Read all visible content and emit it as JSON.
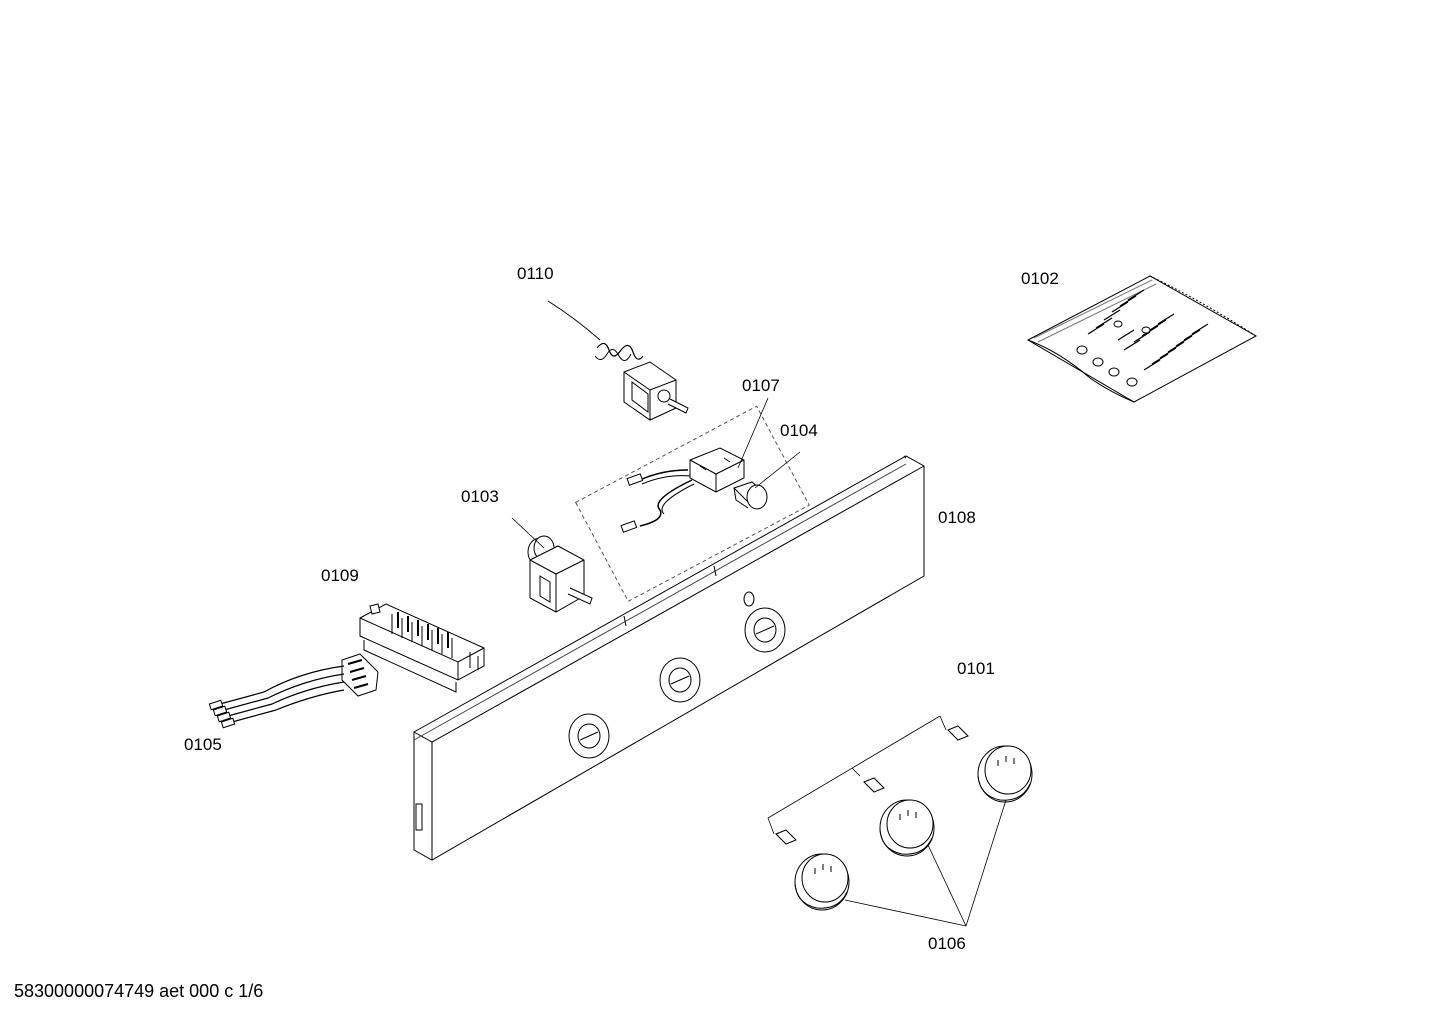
{
  "parts": [
    {
      "id": "p0110",
      "number": "0110"
    },
    {
      "id": "p0102",
      "number": "0102"
    },
    {
      "id": "p0107",
      "number": "0107"
    },
    {
      "id": "p0104",
      "number": "0104"
    },
    {
      "id": "p0103",
      "number": "0103"
    },
    {
      "id": "p0108",
      "number": "0108"
    },
    {
      "id": "p0109",
      "number": "0109"
    },
    {
      "id": "p0101",
      "number": "0101"
    },
    {
      "id": "p0105",
      "number": "0105"
    },
    {
      "id": "p0106",
      "number": "0106"
    }
  ],
  "footer": {
    "text": "58300000074749 aet 000 c 1/6"
  }
}
